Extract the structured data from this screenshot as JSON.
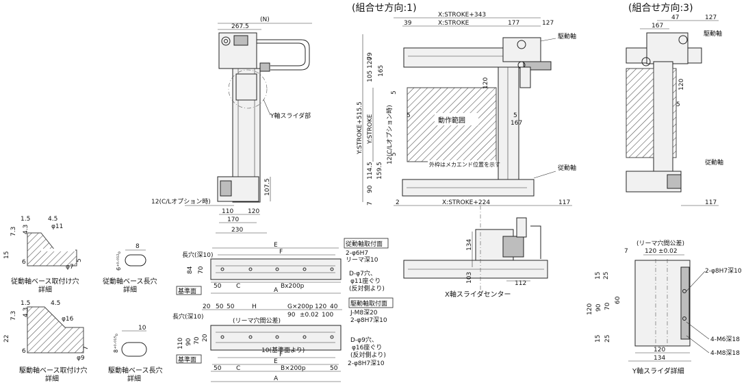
{
  "headings": {
    "dir1": "(組合せ方向:1)",
    "dir3": "(組合せ方向:3)"
  },
  "side_view": {
    "dim_n": "(N)",
    "dim_267_5": "267.5",
    "y_slider": "Y軸スライダ部",
    "dim_107_5": "107.5",
    "cl_option": "12(C/Lオプション時)",
    "dim_110": "110",
    "dim_120": "120",
    "dim_170": "170",
    "dim_230": "230"
  },
  "top_view_1": {
    "x_stroke_343": "X:STROKE+343",
    "d39": "39",
    "x_stroke": "X:STROKE",
    "d177": "177",
    "d127": "127",
    "drive_shaft": "駆動軸",
    "y_stroke_515": "Y:STROKE+515.5",
    "y_stroke": "Y:STROKE",
    "cl_option_v": "12(C/Lオプション時)",
    "d79": "79",
    "d120": "120",
    "d165": "165",
    "d105": "105",
    "d5a": "5",
    "d120b": "120",
    "d5b": "5",
    "d5c": "5",
    "d167": "167",
    "d5d": "5",
    "d114_5": "114.5",
    "d159_5": "159.5",
    "d90": "90",
    "d7": "7",
    "range": "動作範囲",
    "outer_note": "外枠はメカエンド位置を示す",
    "driven_shaft": "従動軸",
    "d2": "2",
    "x_stroke_224": "X:STROKE+224",
    "d117": "117"
  },
  "top_view_3": {
    "d47": "47",
    "d127": "127",
    "d167": "167",
    "drive_shaft": "駆動軸",
    "d120": "120",
    "d5": "5",
    "driven_shaft": "従動軸",
    "d117": "117"
  },
  "detail_driven_base": {
    "d1_5": "1.5",
    "d4_5": "4.5",
    "d7_3": "7.3",
    "d4_3": "4.3",
    "phi11": "φ11",
    "d15": "15",
    "d6": "6",
    "phi7": "φ7",
    "d5": "5",
    "caption1": "従動軸ベース取付け穴",
    "caption2": "詳細"
  },
  "detail_driven_slot": {
    "d8": "8",
    "tol": "6⁺⁰·⁰¹²₀",
    "caption1": "従動軸ベース長穴",
    "caption2": "詳細"
  },
  "detail_drive_base": {
    "d1_5": "1.5",
    "d4_5": "4.5",
    "d4_3": "4.3",
    "d7_3": "7.3",
    "phi16": "φ16",
    "d22": "22",
    "d6": "6",
    "phi9": "φ9",
    "d7": "7",
    "caption1": "駆動軸ベース取付け穴",
    "caption2": "詳細"
  },
  "detail_drive_slot": {
    "d10": "10",
    "tol": "8⁺⁰·⁰¹⁵₀",
    "caption1": "駆動軸ベース長穴",
    "caption2": "詳細"
  },
  "plan_driven": {
    "E": "E",
    "F": "F",
    "slot": "長穴(深10)",
    "d84": "84",
    "d70": "70",
    "d50": "50",
    "C": "C",
    "Bx200p": "Bx200p",
    "A": "A",
    "ref": "基準面",
    "title": "従動軸取付面",
    "n1": "2-φ6H7",
    "n2": "リーマ深10",
    "n3": "D-φ7穴、",
    "n4": "φ11座ぐり",
    "n5": "(反対側より)"
  },
  "plan_drive": {
    "d20": "20",
    "d50a": "50",
    "d50b": "50",
    "H": "H",
    "G200p": "G×200p",
    "d120": "120",
    "d40": "40",
    "d90": "90",
    "tol02": "±0.02",
    "d100": "100",
    "reamer": "(リーマ穴間公差)",
    "slot": "長穴(深10)",
    "d110": "110",
    "d90v": "90",
    "d70": "70",
    "d20v": "20",
    "ref10": "10(基準面より)",
    "F": "F",
    "E": "E",
    "d50c": "50",
    "C": "C",
    "Bx200p": "B×200p",
    "d50d": "50",
    "A": "A",
    "ref": "基準面",
    "title": "駆動軸取付面",
    "n1": "J-M8深20",
    "n2": "2-φ8H7深10",
    "n3": "D-φ9穴、",
    "n4": "φ16座ぐり",
    "n5": "(反対側より)",
    "n6": "2-φ8H7深10"
  },
  "x_slider": {
    "d134": "134",
    "d103": "103",
    "d112": "112",
    "caption": "X軸スライダセンター"
  },
  "y_slider_detail": {
    "reamer": "(リーマ穴間公差)",
    "d120tol": "120 ±0.02",
    "d7": "7",
    "d15a": "15",
    "d25a": "25",
    "d120": "120",
    "d90": "90",
    "d70": "70",
    "d60": "60",
    "d15b": "15",
    "d25b": "25",
    "b120": "120",
    "b134": "134",
    "n1": "2-φ8H7深10",
    "n2": "4-M6深18",
    "n3": "4-M8深18",
    "caption": "Y軸スライダ詳細"
  }
}
